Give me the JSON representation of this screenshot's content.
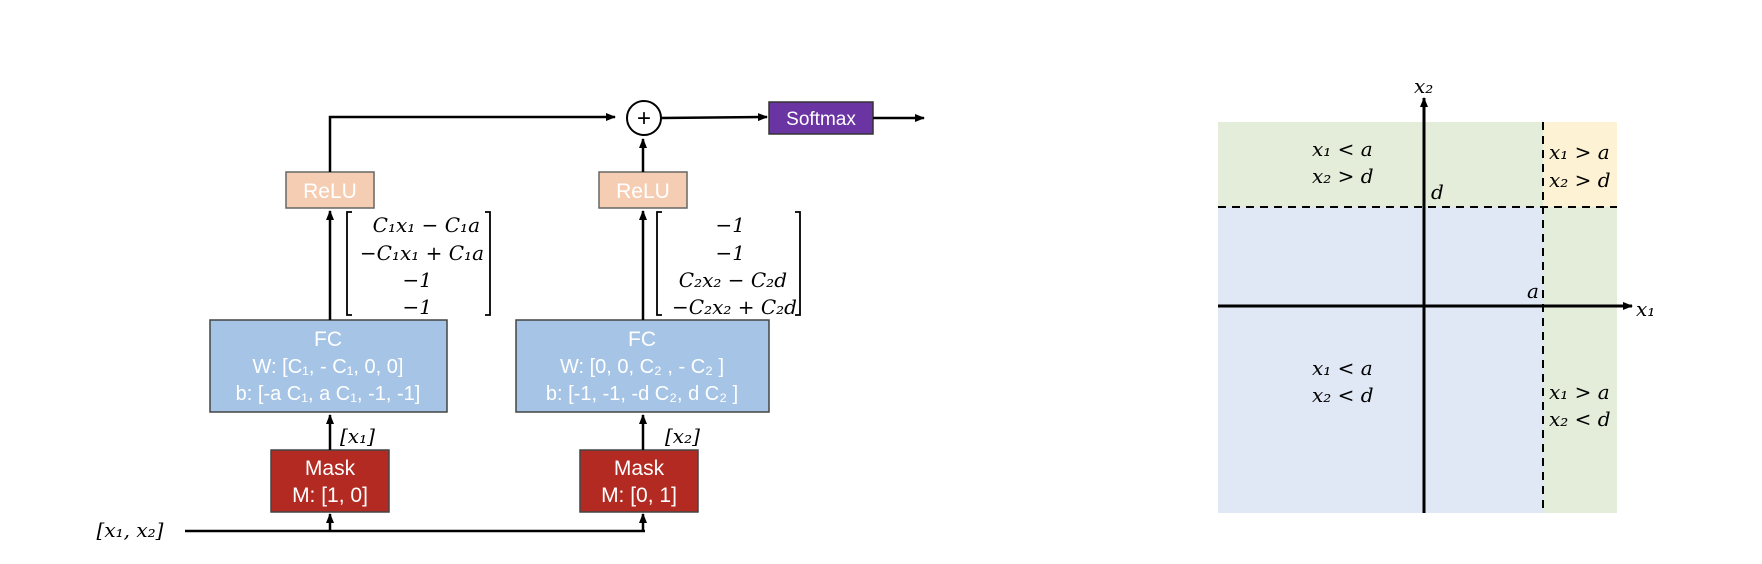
{
  "network": {
    "input_label": "[x₁, x₂]",
    "mask1": {
      "title": "Mask",
      "param": "M: [1, 0]",
      "output": "[x₁]"
    },
    "mask2": {
      "title": "Mask",
      "param": "M: [0, 1]",
      "output": "[x₂]"
    },
    "fc1": {
      "title": "FC",
      "weight": "W: [C₁, - C₁, 0, 0]",
      "bias": "b: [-a C₁, a C₁, -1, -1]"
    },
    "fc2": {
      "title": "FC",
      "weight": "W: [0, 0, C₂ , - C₂ ]",
      "bias": "b: [-1, -1, -d C₂, d C₂ ]"
    },
    "vec1": [
      "C₁x₁ − C₁a",
      "−C₁x₁ + C₁a",
      "−1",
      "−1"
    ],
    "vec2": [
      "−1",
      "−1",
      "C₂x₂ − C₂d",
      "−C₂x₂ + C₂d"
    ],
    "relu1": "ReLU",
    "relu2": "ReLU",
    "sum_symbol": "+",
    "softmax": "Softmax"
  },
  "plot": {
    "x_axis_label": "x₁",
    "y_axis_label": "x₂",
    "a_label": "a",
    "d_label": "d",
    "regions": {
      "top_left": [
        "x₁ < a",
        "x₂ > d"
      ],
      "top_right": [
        "x₁ > a",
        "x₂ > d"
      ],
      "bottom_left": [
        "x₁ < a",
        "x₂ < d"
      ],
      "bottom_right": [
        "x₁ > a",
        "x₂ < d"
      ]
    }
  },
  "colors": {
    "mask": "#b22a22",
    "fc": "#a6c5e6",
    "relu": "#f5cdb3",
    "softmax": "#6a34a3",
    "region_green": "#e4edd9",
    "region_blue": "#dfe8f4",
    "region_yellow": "#fdf2d3"
  }
}
